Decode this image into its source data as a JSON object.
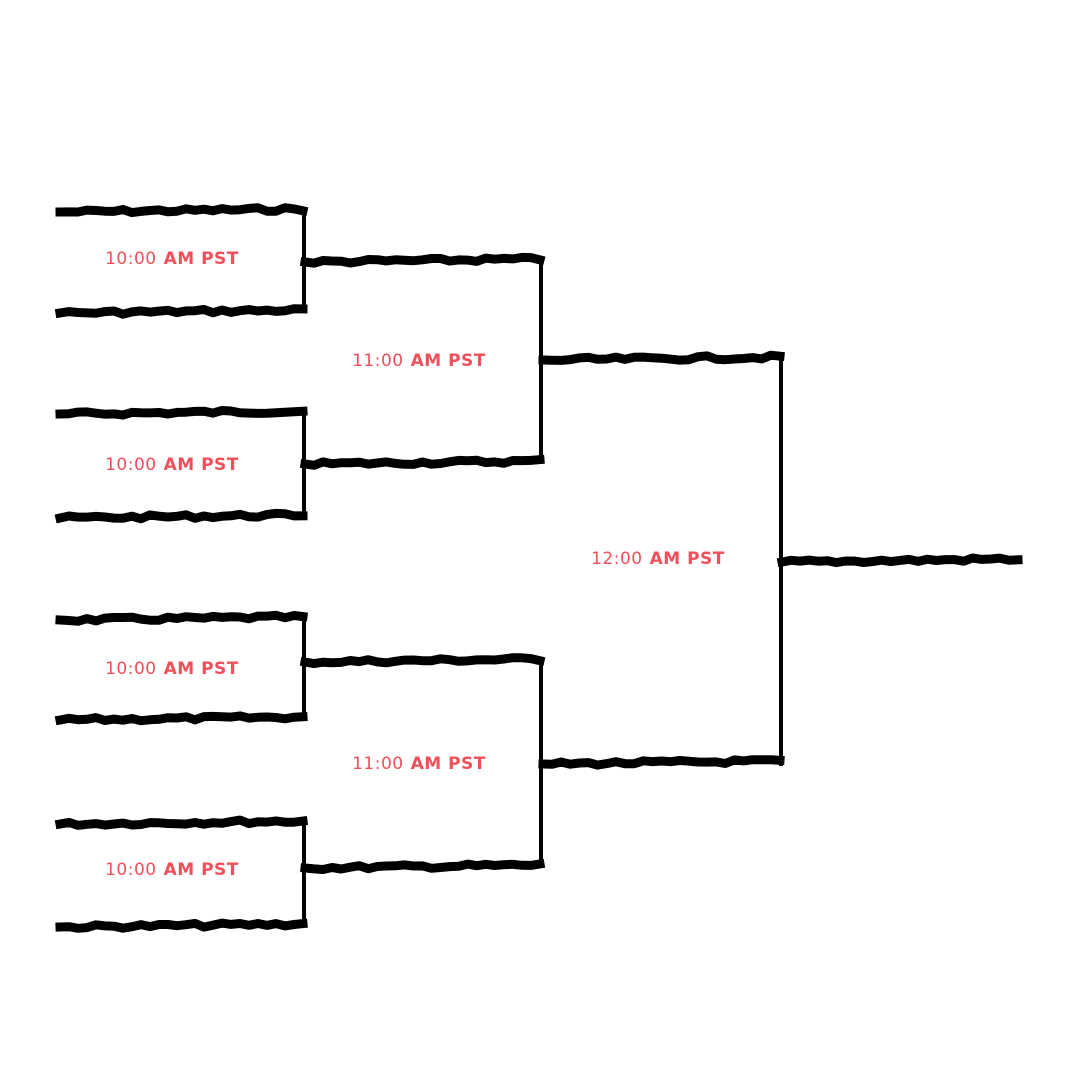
{
  "colors": {
    "line": "#000000",
    "time_text": "#f0505a",
    "background": "#ffffff"
  },
  "rounds": [
    {
      "name": "round-1",
      "matches": [
        {
          "hour": "10:00",
          "suffix": "AM PST"
        },
        {
          "hour": "10:00",
          "suffix": "AM PST"
        },
        {
          "hour": "10:00",
          "suffix": "AM PST"
        },
        {
          "hour": "10:00",
          "suffix": "AM PST"
        }
      ]
    },
    {
      "name": "round-2",
      "matches": [
        {
          "hour": "11:00",
          "suffix": "AM PST"
        },
        {
          "hour": "11:00",
          "suffix": "AM PST"
        }
      ]
    },
    {
      "name": "round-3",
      "matches": [
        {
          "hour": "12:00",
          "suffix": "AM PST"
        }
      ]
    }
  ]
}
